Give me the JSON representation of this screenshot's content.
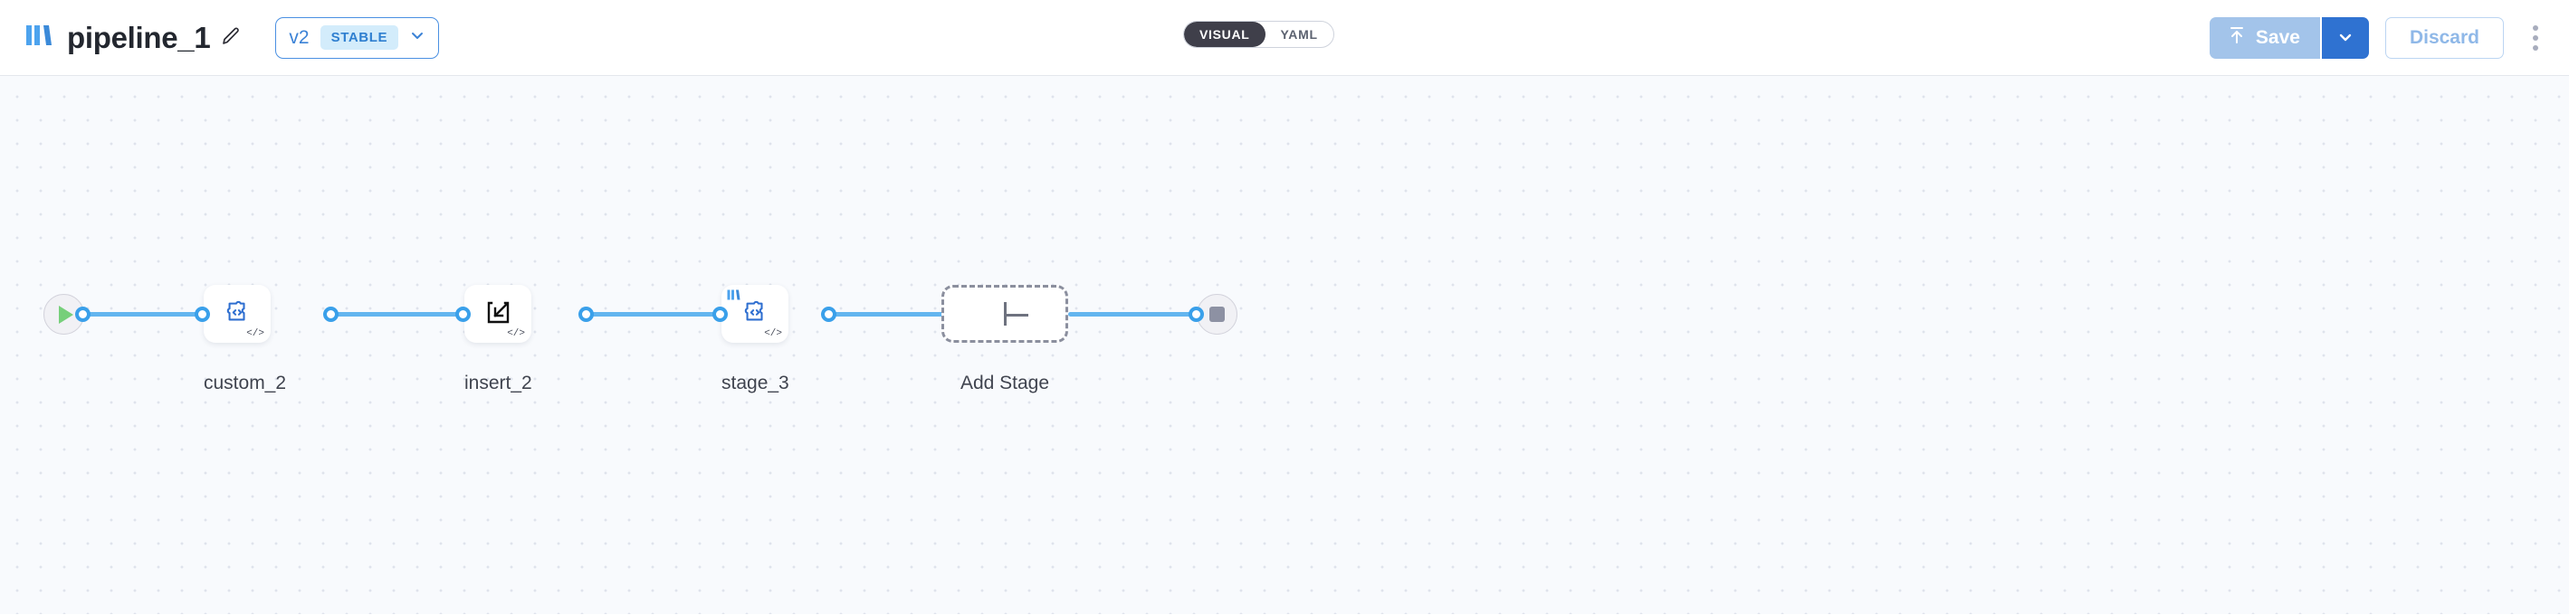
{
  "header": {
    "logo_icon": "pipeline-bars-logo",
    "title": "pipeline_1",
    "edit_icon": "pencil-icon",
    "version": {
      "label": "v2",
      "status_badge": "STABLE",
      "chevron_icon": "chevron-down-icon"
    },
    "view_toggle": {
      "options": [
        "VISUAL",
        "YAML"
      ],
      "active": "VISUAL"
    },
    "actions": {
      "save_label": "Save",
      "save_icon": "upload-arrow-icon",
      "save_caret_icon": "chevron-down-icon",
      "discard_label": "Discard",
      "more_icon": "kebab-menu-icon"
    }
  },
  "canvas": {
    "start_node": {
      "icon": "play-icon"
    },
    "end_node": {
      "icon": "stop-icon"
    },
    "stages": [
      {
        "label": "custom_2",
        "icon": "puzzle-code-icon",
        "badge": "</>",
        "has_logo": false
      },
      {
        "label": "insert_2",
        "icon": "insert-import-icon",
        "badge": "</>",
        "has_logo": false
      },
      {
        "label": "stage_3",
        "icon": "puzzle-code-icon",
        "badge": "</>",
        "has_logo": true
      }
    ],
    "add_stage": {
      "label": "Add Stage",
      "icon": "plus-icon"
    }
  },
  "colors": {
    "edge": "#63b5ef",
    "port_ring": "#3aa0ea",
    "accent_blue": "#2f72d1",
    "save_disabled": "#a3c4ea",
    "badge_bg": "#d3ecfb",
    "canvas_bg": "#f8fafd"
  }
}
